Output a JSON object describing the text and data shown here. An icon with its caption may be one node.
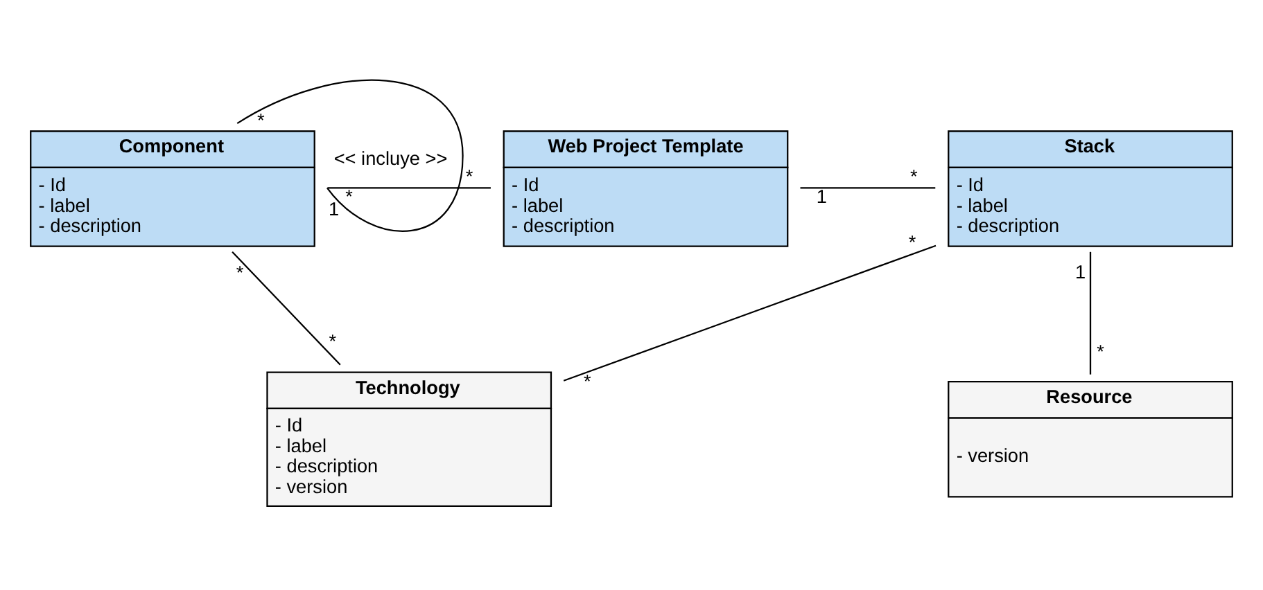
{
  "diagram": {
    "nodes": [
      {
        "text": [
          "Component",
          "- Id",
          "- label",
          "- description"
        ]
      },
      {
        "text": [
          "Web Project Template",
          "- Id",
          "- label",
          "- description"
        ]
      },
      {
        "text": [
          "Stack",
          "- Id",
          "- label",
          "- description"
        ]
      },
      {
        "text": [
          "Technology",
          "- Id",
          "- label",
          "- description",
          "- version"
        ]
      },
      {
        "text": [
          "Resource",
          "- version"
        ]
      }
    ],
    "edges": [
      {
        "from": 0,
        "to": 0,
        "arrow": "none",
        "label": "<< incluye >>"
      },
      {
        "from": 0,
        "to": 1,
        "arrow": "none"
      },
      {
        "from": 1,
        "to": 2,
        "arrow": "none"
      },
      {
        "from": 0,
        "to": 3,
        "arrow": "none"
      },
      {
        "from": 3,
        "to": 2,
        "arrow": "none"
      },
      {
        "from": 2,
        "to": 4,
        "arrow": "none"
      }
    ],
    "labels": [
      "*",
      "1",
      "*",
      "*",
      "1",
      "*",
      "*",
      "*",
      "*",
      "*",
      "1",
      "*"
    ]
  }
}
